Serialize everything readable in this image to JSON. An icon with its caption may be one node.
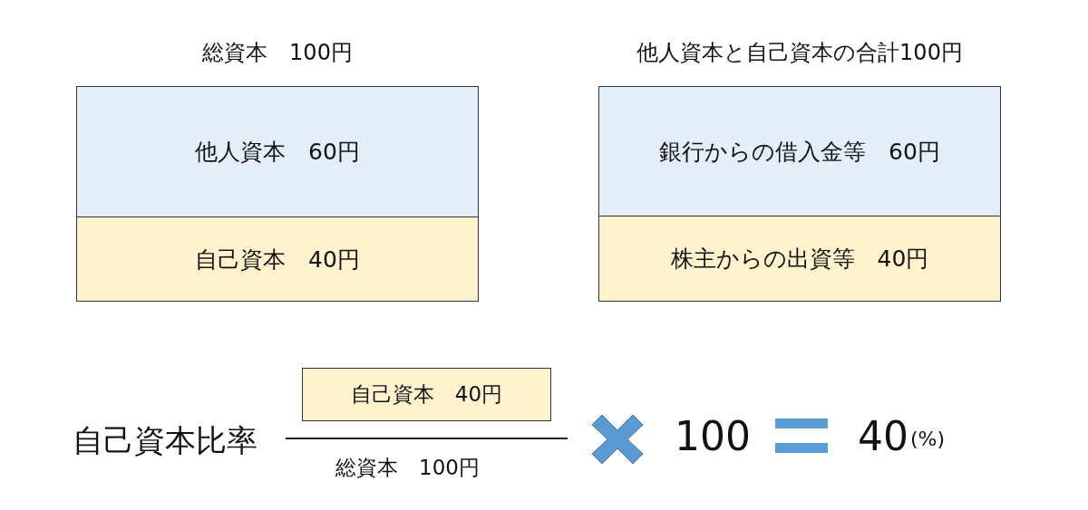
{
  "diagram": {
    "nodes": [
      {
        "text": [
          "総資本　100円"
        ]
      },
      {
        "text": [
          "他人資本　60円"
        ],
        "in": 0
      },
      {
        "text": [
          "自己資本　40円"
        ],
        "in": 0
      },
      {
        "text": [
          "他人資本と自己資本の合計100円"
        ]
      },
      {
        "text": [
          "銀行からの借入金等　60円"
        ],
        "in": 3
      },
      {
        "text": [
          "株主からの出資等　40円"
        ],
        "in": 3
      },
      {
        "text": [
          "自己資本　40円"
        ]
      }
    ],
    "labels": [
      "自己資本比率",
      "総資本　100円",
      "100",
      "40",
      "(%)"
    ]
  }
}
